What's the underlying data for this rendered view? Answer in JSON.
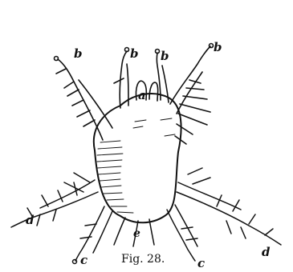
{
  "figure": {
    "caption": "Fig. 28.",
    "labels": {
      "a": "a",
      "b1": "b",
      "b2": "b",
      "b3": "b",
      "b4": "b",
      "c1": "c",
      "c2": "c",
      "d1": "d",
      "d2": "d",
      "e": "e"
    }
  }
}
